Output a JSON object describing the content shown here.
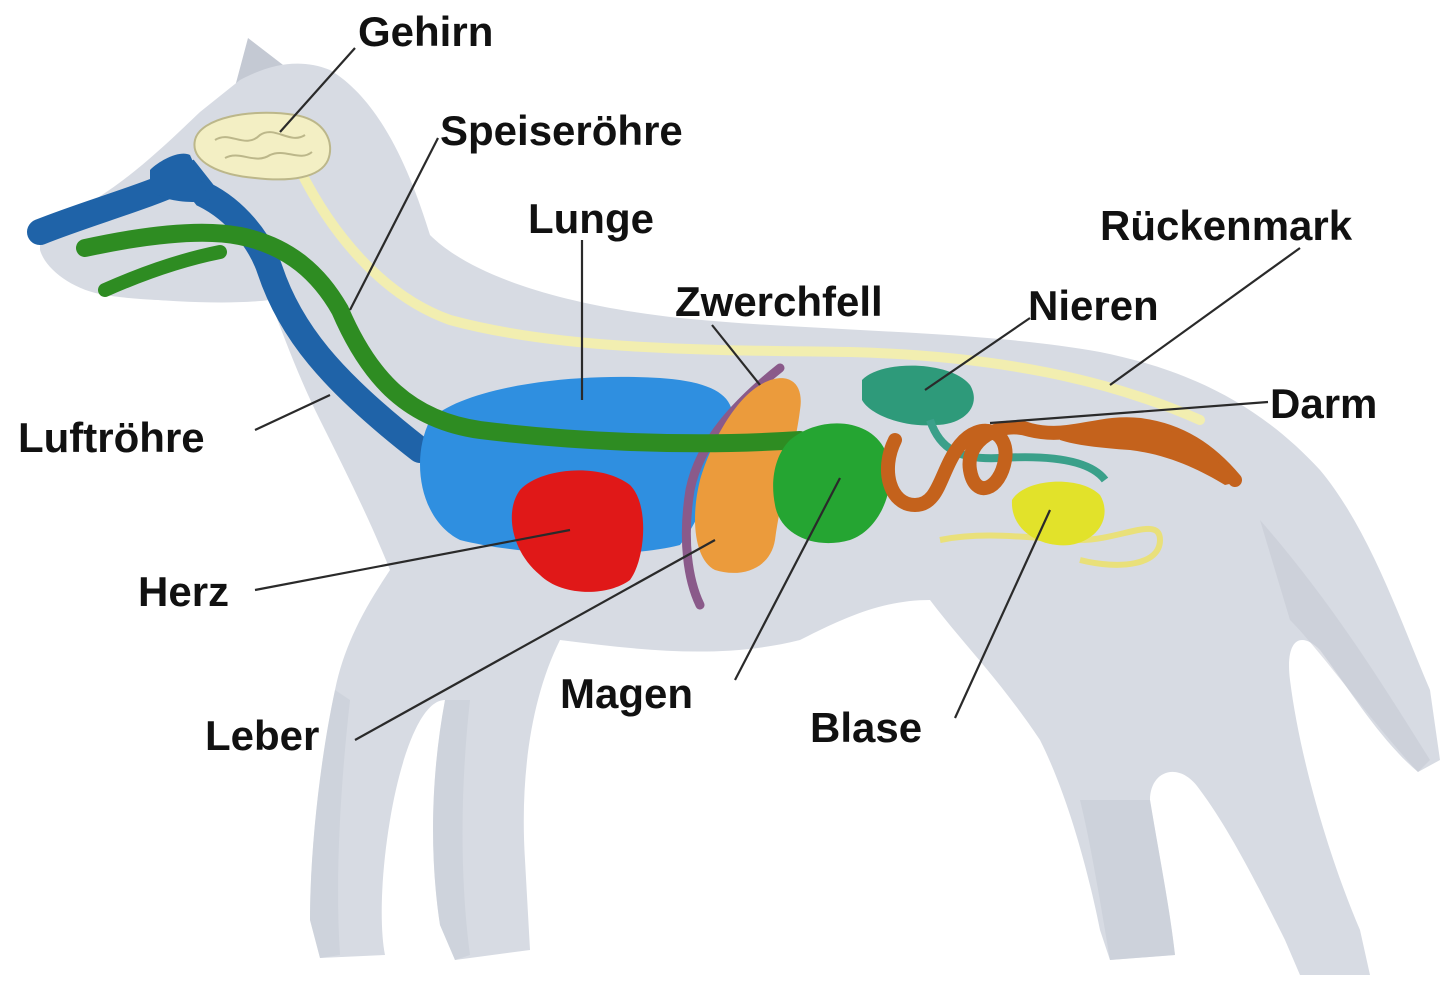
{
  "diagram": {
    "labels": {
      "brain": "Gehirn",
      "esophagus": "Speiseröhre",
      "lung": "Lunge",
      "spinal_cord": "Rückenmark",
      "diaphragm": "Zwerchfell",
      "kidneys": "Nieren",
      "intestine": "Darm",
      "trachea": "Luftröhre",
      "heart": "Herz",
      "liver": "Leber",
      "stomach": "Magen",
      "bladder": "Blase"
    }
  },
  "colors": {
    "body": "#d7dbe3",
    "brain": "#f3efc4",
    "spinal_cord": "#f2eeb0",
    "esophagus": "#2e8c22",
    "trachea": "#1f63a8",
    "lung": "#2f8fe0",
    "heart": "#e01818",
    "liver": "#eb9b3c",
    "diaphragm": "#8a5a8a",
    "stomach": "#25a532",
    "kidneys": "#2e9a7a",
    "intestine": "#c4621c",
    "bladder": "#e2e22a"
  }
}
